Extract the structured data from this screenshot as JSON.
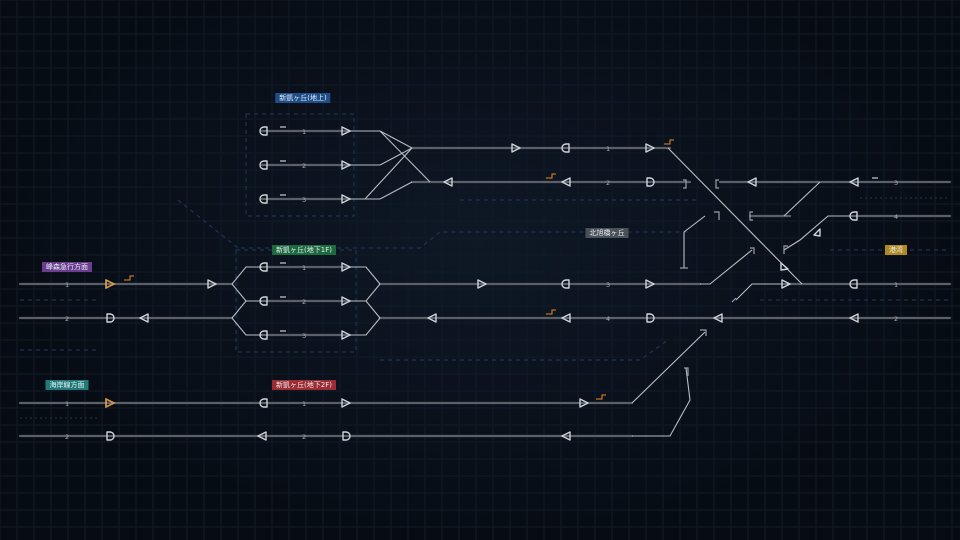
{
  "station_labels": [
    {
      "id": "upper",
      "text": "新凱ヶ丘(地上)",
      "color": "#1c4f8a"
    },
    {
      "id": "middle",
      "text": "新凱ヶ丘(地下1F)",
      "color": "#1d6a3e"
    },
    {
      "id": "lower",
      "text": "新凱ヶ丘(地下2F)",
      "color": "#9c2b34"
    },
    {
      "id": "left-top",
      "text": "峰森急行方面",
      "color": "#6a3d8f"
    },
    {
      "id": "left-bottom",
      "text": "海岸線方面",
      "color": "#1f7a78"
    },
    {
      "id": "mid-right",
      "text": "北旭橋ヶ丘",
      "color": "#4a5058"
    },
    {
      "id": "right",
      "text": "港湾",
      "color": "#b08a1e"
    }
  ],
  "track_numbers": {
    "upper": [
      "1",
      "2",
      "3"
    ],
    "middle": [
      "1",
      "2",
      "3"
    ],
    "lower": [
      "1",
      "2"
    ],
    "center": [
      "1",
      "2",
      "3",
      "4"
    ],
    "right": [
      "3",
      "4",
      "1",
      "2"
    ],
    "left": [
      "1",
      "2",
      "1",
      "2"
    ]
  },
  "colors": {
    "background": "#070c14",
    "track": "#5b6068",
    "signal": "#cfd4da",
    "route_flag": "#e58a2a",
    "dashed_route": "#1d3250"
  }
}
